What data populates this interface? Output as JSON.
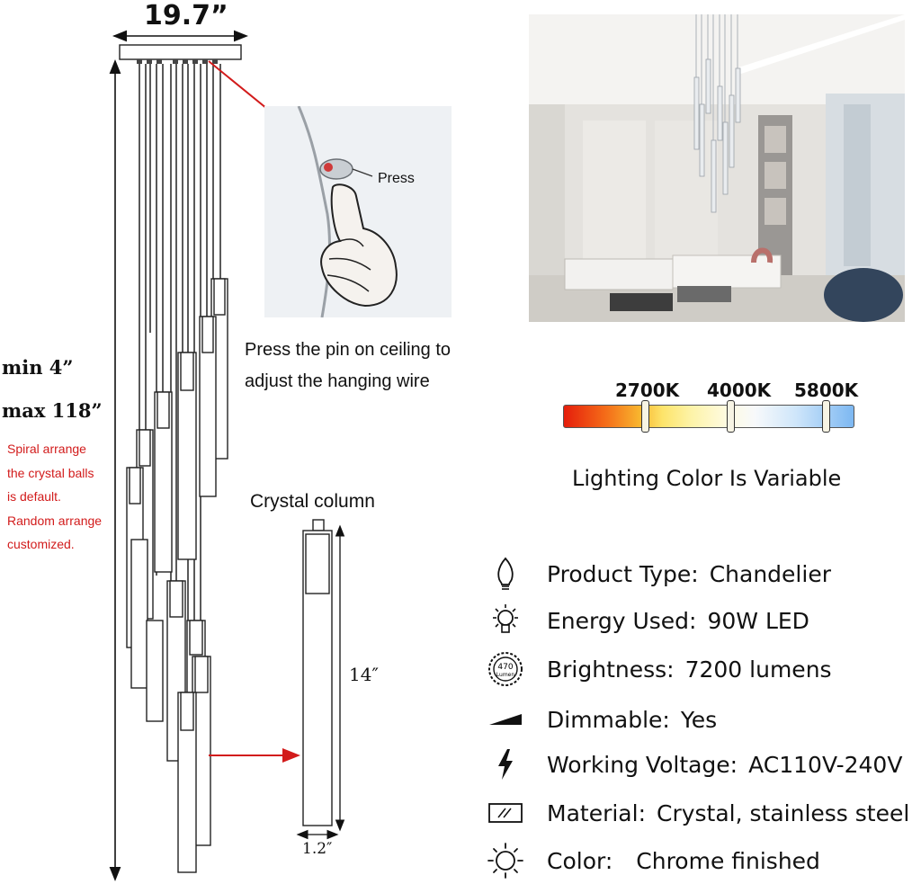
{
  "dimensions": {
    "width_label": "19.7”",
    "min_label": "min 4”",
    "max_label": "max 118”"
  },
  "arrangement_note": [
    "Spiral arrange",
    "the crystal balls",
    "is default.",
    "Random arrange",
    "customized."
  ],
  "press_inset": {
    "press_label": "Press",
    "caption_line1": "Press the pin on ceiling to",
    "caption_line2": "adjust the hanging wire"
  },
  "crystal_column": {
    "title": "Crystal column",
    "length_label": "14″",
    "width_label": "1.2″"
  },
  "color_temperature": {
    "labels": [
      "2700K",
      "4000K",
      "5800K"
    ],
    "caption": "Lighting Color Is Variable"
  },
  "specs": [
    {
      "icon": "bulb-icon",
      "label": "Product Type:",
      "value": "Chandelier"
    },
    {
      "icon": "glowing-bulb-icon",
      "label": "Energy Used:",
      "value": "90W LED"
    },
    {
      "icon": "lumen-badge-icon",
      "badge_top": "470",
      "badge_bottom": "Lumen",
      "label": "Brightness:",
      "value": "7200 lumens"
    },
    {
      "icon": "dimmer-ramp-icon",
      "label": "Dimmable:",
      "value": "Yes"
    },
    {
      "icon": "lightning-icon",
      "label": "Working Voltage:",
      "value": "AC110V-240V"
    },
    {
      "icon": "material-glass-icon",
      "label": "Material:",
      "value": "Crystal, stainless steel"
    },
    {
      "icon": "sun-icon",
      "label": "Color:",
      "value": "Chrome finished"
    }
  ],
  "colors": {
    "accent_red": "#d21b1b",
    "text": "#111111"
  }
}
